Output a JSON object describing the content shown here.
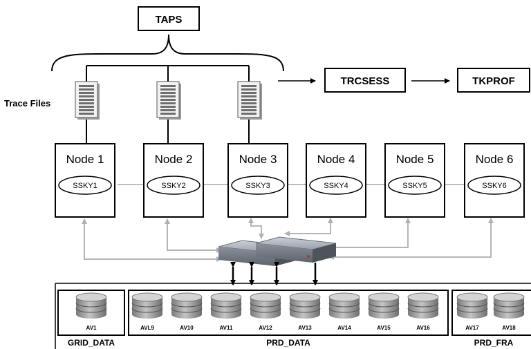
{
  "taps": {
    "label": "TAPS"
  },
  "trace_files": {
    "label": "Trace Files"
  },
  "trcsess": {
    "label": "TRCSESS"
  },
  "tkprof": {
    "label": "TKPROF"
  },
  "nodes": [
    {
      "label": "Node 1",
      "instance": "SSKY1"
    },
    {
      "label": "Node 2",
      "instance": "SSKY2"
    },
    {
      "label": "Node 3",
      "instance": "SSKY3"
    },
    {
      "label": "Node 4",
      "instance": "SSKY4"
    },
    {
      "label": "Node 5",
      "instance": "SSKY5"
    },
    {
      "label": "Node 6",
      "instance": "SSKY6"
    }
  ],
  "disk_groups": [
    {
      "name": "GRID_DATA",
      "disks": [
        "AV1"
      ]
    },
    {
      "name": "PRD_DATA",
      "disks": [
        "AVL9",
        "AV10",
        "AV11",
        "AV12",
        "AV13",
        "AV14",
        "AV15",
        "AV16"
      ]
    },
    {
      "name": "PRD_FRA",
      "disks": [
        "AV17",
        "AV18"
      ]
    }
  ],
  "colors": {
    "line": "#000000",
    "interconnect": "#b5b5b5",
    "disk_body": "#9a9a9a",
    "disk_top": "#d0d0d0",
    "switch": "#8a9099"
  }
}
